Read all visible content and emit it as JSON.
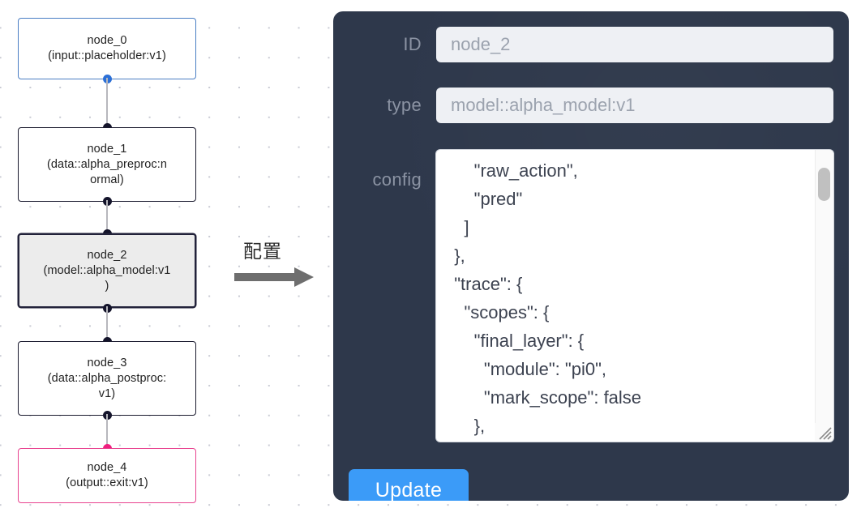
{
  "graph": {
    "nodes": [
      {
        "id": "node_0",
        "label": "node_0\n(input::placeholder:v1)",
        "style": "blue",
        "selected": false
      },
      {
        "id": "node_1",
        "label": "node_1\n(data::alpha_preproc:n\normal)",
        "style": "default",
        "selected": false
      },
      {
        "id": "node_2",
        "label": "node_2\n(model::alpha_model:v1\n)",
        "style": "default",
        "selected": true
      },
      {
        "id": "node_3",
        "label": "node_3\n(data::alpha_postproc:\nv1)",
        "style": "default",
        "selected": false
      },
      {
        "id": "node_4",
        "label": "node_4\n(output::exit:v1)",
        "style": "pink",
        "selected": false
      }
    ],
    "edges": [
      {
        "from": "node_0",
        "to": "node_1"
      },
      {
        "from": "node_1",
        "to": "node_2"
      },
      {
        "from": "node_2",
        "to": "node_3"
      },
      {
        "from": "node_3",
        "to": "node_4"
      }
    ],
    "colors": {
      "node_border_default": "#1a1a2e",
      "node_border_input": "#4a7ec4",
      "node_border_output": "#e8438f",
      "node_selected_fill": "#ececec",
      "edge": "#b7b7bd",
      "handle": "#14142b",
      "handle_input": "#2b6fd6",
      "handle_output": "#ef1f7f",
      "canvas_dot": "#c9cbd4"
    }
  },
  "annotation": {
    "caption": "配置",
    "arrow_color": "#6e6e6e",
    "arrow_direction": "right"
  },
  "panel": {
    "background": "#2e384b",
    "fields": [
      {
        "key": "id",
        "label": "ID",
        "value": "node_2"
      },
      {
        "key": "type",
        "label": "type",
        "value": "model::alpha_model:v1"
      },
      {
        "key": "config",
        "label": "config",
        "value": "      \"raw_action\",\n      \"pred\"\n    ]\n  },\n  \"trace\": {\n    \"scopes\": {\n      \"final_layer\": {\n        \"module\": \"pi0\",\n        \"mark_scope\": false\n      },\n      \"action_model\": {"
      }
    ],
    "update_button": {
      "label": "Update",
      "color": "#3b9bf8"
    },
    "scrollbar": {
      "thumb_color": "#c0c0c0",
      "track_color": "#fafafa"
    }
  }
}
